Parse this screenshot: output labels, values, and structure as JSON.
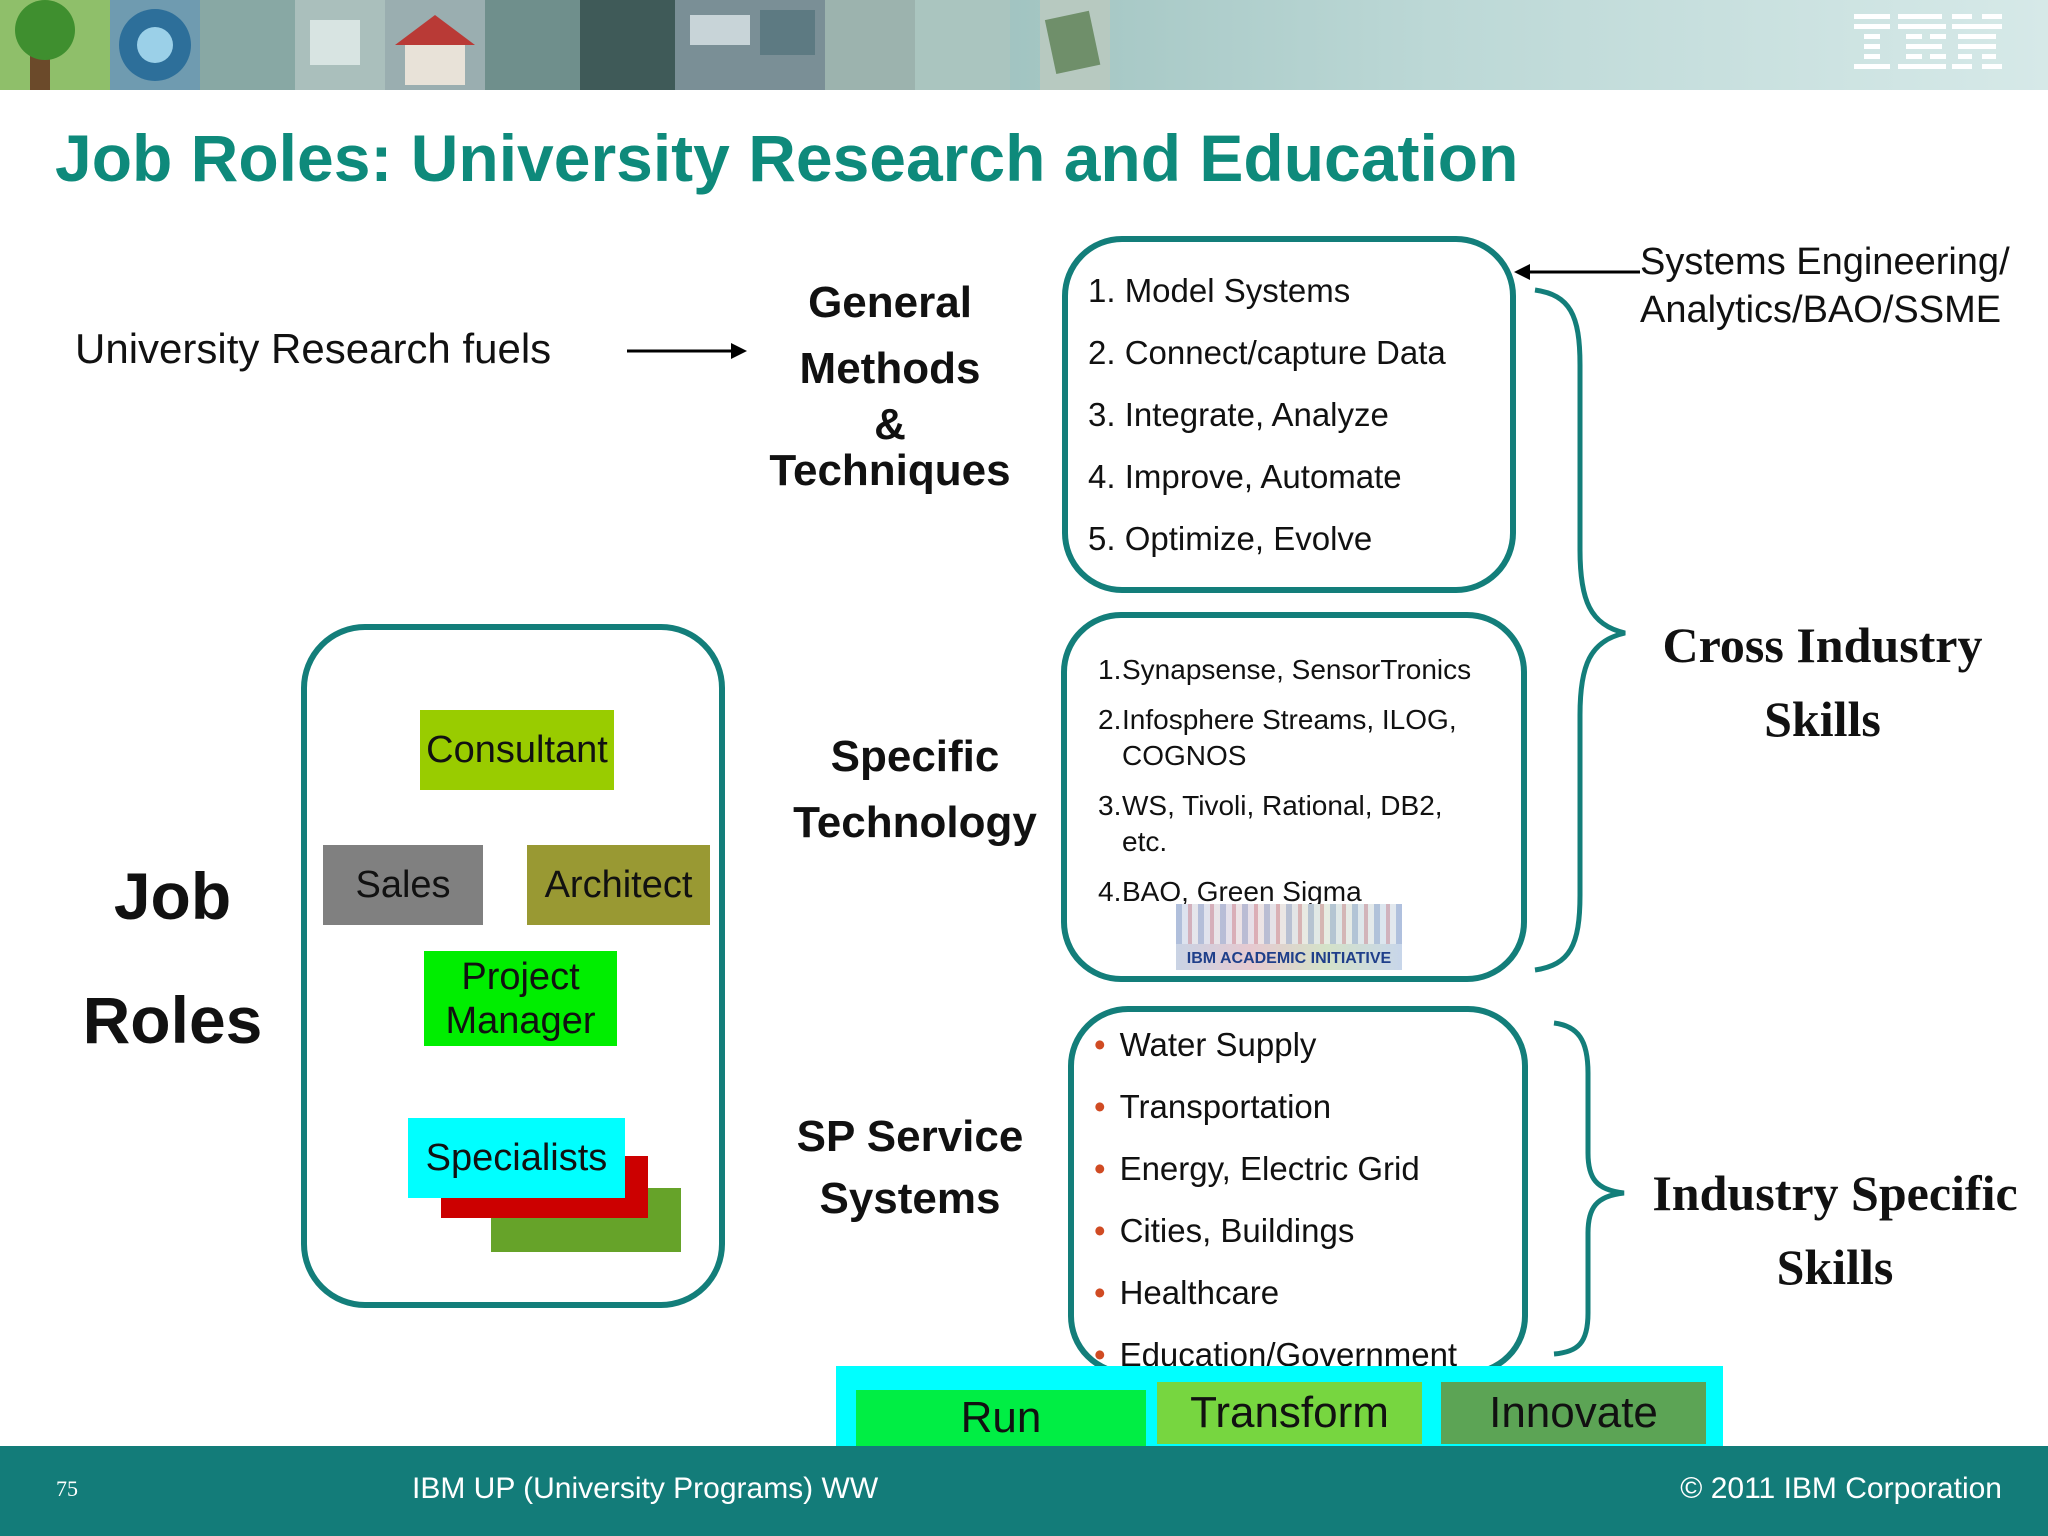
{
  "header": {
    "logo_text": "IBM"
  },
  "title": "Job Roles: University Research and Education",
  "research_fuels": "University Research fuels",
  "sections": {
    "general": [
      "General",
      "Methods",
      "&",
      "Techniques"
    ],
    "specific": [
      "Specific",
      "Technology"
    ],
    "service": [
      "SP Service",
      "Systems"
    ]
  },
  "general_list": [
    "1. Model Systems",
    "2. Connect/capture Data",
    "3. Integrate, Analyze",
    "4. Improve, Automate",
    "5. Optimize, Evolve"
  ],
  "systems_eng": [
    "Systems Engineering/",
    "Analytics/BAO/SSME"
  ],
  "specific_list": [
    {
      "n": "1.",
      "lines": [
        "Synapsense, SensorTronics"
      ]
    },
    {
      "n": "2.",
      "lines": [
        "Infosphere Streams, ILOG,",
        "COGNOS"
      ]
    },
    {
      "n": "3.",
      "lines": [
        "WS, Tivoli, Rational,  DB2,",
        "etc."
      ]
    },
    {
      "n": "4.",
      "lines": [
        "BAO, Green Sigma"
      ]
    }
  ],
  "academic_logo": "IBM ACADEMIC INITIATIVE",
  "service_list": [
    "Water Supply",
    "Transportation",
    "Energy, Electric Grid",
    "Cities, Buildings",
    "Healthcare",
    "Education/Government"
  ],
  "cross_industry": [
    "Cross Industry",
    "Skills"
  ],
  "industry_specific": [
    "Industry Specific",
    "Skills"
  ],
  "job_roles_label": [
    "Job",
    "Roles"
  ],
  "roles": {
    "consultant": "Consultant",
    "sales": "Sales",
    "architect": "Architect",
    "project_manager": [
      "Project",
      "Manager"
    ],
    "specialists": "Specialists"
  },
  "bottom_bar": {
    "run": "Run",
    "transform": "Transform",
    "innovate": "Innovate"
  },
  "footer": {
    "page": "75",
    "center": "IBM UP (University Programs) WW",
    "right": "© 2011 IBM Corporation"
  },
  "colors": {
    "accent": "#0e8a7b",
    "box_border": "#137e7a",
    "footer_bg": "#137c79",
    "consultant": "#99cc00",
    "sales": "#808080",
    "architect": "#999933",
    "project_manager": "#00ee00",
    "specialists": "#00ffff",
    "bar_cyan": "#00ffff"
  }
}
